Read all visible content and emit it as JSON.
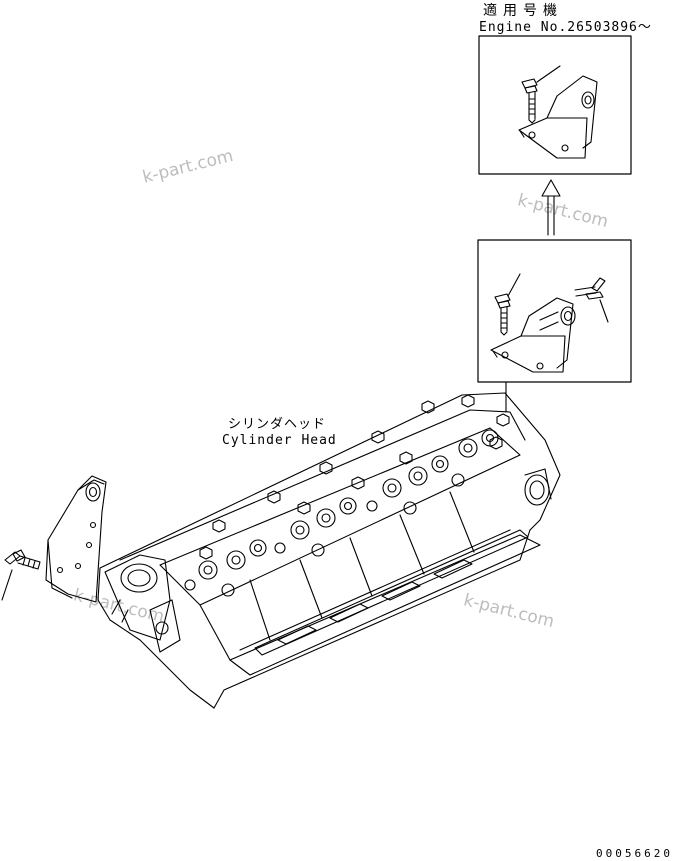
{
  "applicability": {
    "jp": "適用号機",
    "engine_no": "Engine No.26503896～"
  },
  "part_label": {
    "jp": "シリンダヘッド",
    "en": "Cylinder Head"
  },
  "watermark": "k-part.com",
  "drawing_number": "00056620"
}
